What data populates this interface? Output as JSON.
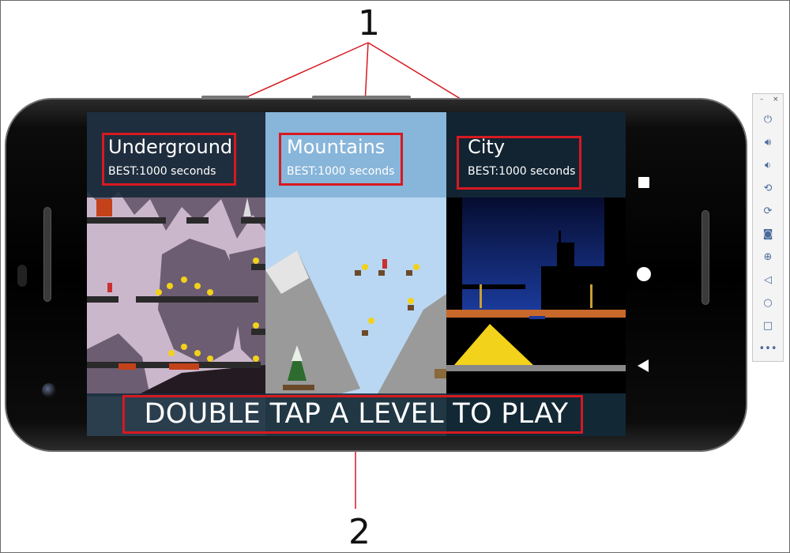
{
  "callouts": {
    "one": "1",
    "two": "2"
  },
  "levels": [
    {
      "name": "Underground",
      "best": "BEST:1000 seconds"
    },
    {
      "name": "Mountains",
      "best": "BEST:1000 seconds"
    },
    {
      "name": "City",
      "best": "BEST:1000 seconds"
    }
  ],
  "play_hint": "DOUBLE TAP A LEVEL TO PLAY",
  "emulator": {
    "minimize": "–",
    "close": "×",
    "icons": [
      "power-icon",
      "volume-up-icon",
      "volume-down-icon",
      "rotate-left-icon",
      "rotate-right-icon",
      "camera-icon",
      "zoom-icon",
      "back-icon",
      "home-icon",
      "overview-icon",
      "more-icon"
    ]
  },
  "colors": {
    "annotation": "#d71920",
    "coin": "#f2d21a",
    "sky": "#b9d7f2",
    "cave": "#6d5d72"
  }
}
